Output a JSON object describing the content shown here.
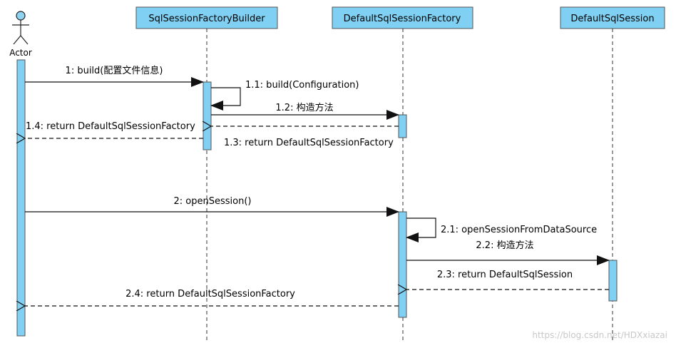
{
  "actor": {
    "label": "Actor"
  },
  "participants": [
    {
      "id": "builder",
      "label": "SqlSessionFactoryBuilder"
    },
    {
      "id": "factory",
      "label": "DefaultSqlSessionFactory"
    },
    {
      "id": "session",
      "label": "DefaultSqlSession"
    }
  ],
  "messages": [
    {
      "id": "m1",
      "label": "1: build(配置文件信息)"
    },
    {
      "id": "m11",
      "label": "1.1: build(Configuration)"
    },
    {
      "id": "m12",
      "label": "1.2: 构造方法"
    },
    {
      "id": "m13",
      "label": "1.3: return DefaultSqlSessionFactory"
    },
    {
      "id": "m14",
      "label": "1.4: return DefaultSqlSessionFactory"
    },
    {
      "id": "m2",
      "label": "2: openSession()"
    },
    {
      "id": "m21",
      "label": "2.1: openSessionFromDataSource"
    },
    {
      "id": "m22",
      "label": "2.2: 构造方法"
    },
    {
      "id": "m23",
      "label": "2.3: return DefaultSqlSession"
    },
    {
      "id": "m24",
      "label": "2.4: return DefaultSqlSessionFactory"
    }
  ],
  "watermark": "https://blog.csdn.net/HDXxiazai",
  "colors": {
    "head_fill": "#7fd0f2",
    "activation_fill": "#7fd0f2",
    "stroke": "#1b1b1b"
  }
}
